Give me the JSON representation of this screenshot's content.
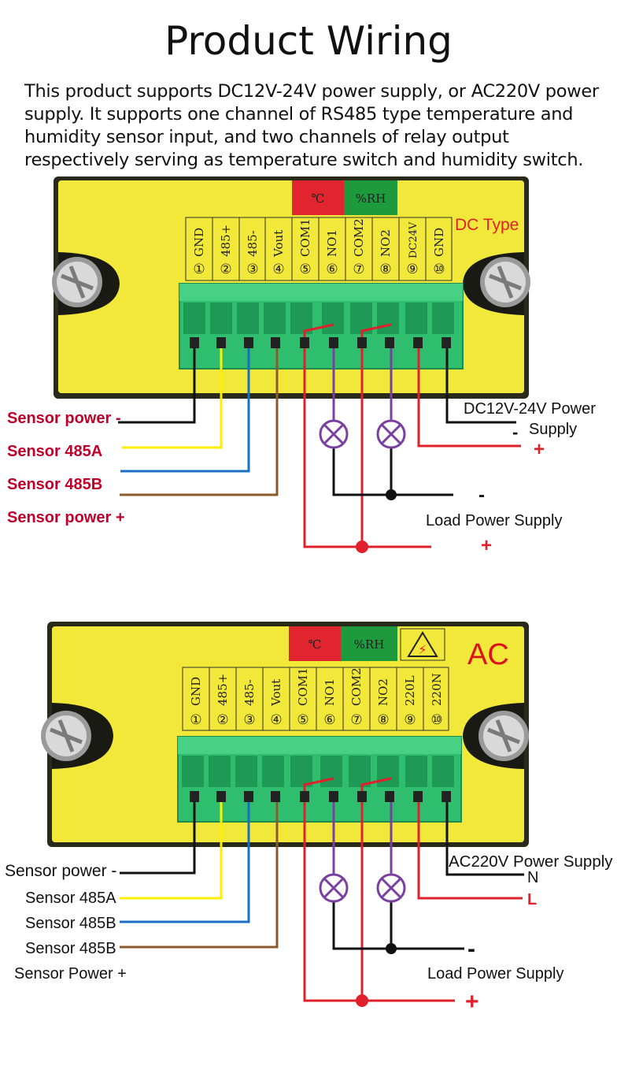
{
  "title": "Product Wiring",
  "intro": "This product supports DC12V-24V power supply, or AC220V power supply.  It supports one channel of   RS485 type temperature and humidity sensor input, and two channels of relay output respectively serving as temperature switch and humidity switch.",
  "colors": {
    "panel": "#f2e83a",
    "terminal": "#2fbd6e",
    "temp_box": "#e0252f",
    "rh_box": "#1c9a3c",
    "wire_black": "#111111",
    "wire_yellow": "#ffee00",
    "wire_blue": "#1a6fc2",
    "wire_brown": "#8a5a2b",
    "wire_red": "#e0202a",
    "wire_purple": "#7a3fa0"
  },
  "dc": {
    "type_label": "DC Type",
    "temp_symbol": "℃",
    "rh_symbol": "%RH",
    "terminals": [
      "GND",
      "485+",
      "485-",
      "Vout",
      "COM1",
      "NO1",
      "COM2",
      "NO2",
      "DC24V",
      "GND"
    ],
    "numbers": [
      "①",
      "②",
      "③",
      "④",
      "⑤",
      "⑥",
      "⑦",
      "⑧",
      "⑨",
      "⑩"
    ],
    "labels": {
      "sensor_power_neg": "Sensor power -",
      "sensor_485a": "Sensor 485A",
      "sensor_485b": "Sensor 485B",
      "sensor_power_pos": "Sensor power +",
      "power_supply_line1": "DC12V-24V Power",
      "power_supply_line2": "Supply",
      "power_neg": "-",
      "power_pos": "+",
      "load_neg": "-",
      "load_supply": "Load Power Supply",
      "load_pos": "+"
    }
  },
  "ac": {
    "type_label": "AC",
    "temp_symbol": "℃",
    "rh_symbol": "%RH",
    "warning_symbol": "⚡",
    "terminals": [
      "GND",
      "485+",
      "485-",
      "Vout",
      "COM1",
      "NO1",
      "COM2",
      "NO2",
      "220L",
      "220N"
    ],
    "numbers": [
      "①",
      "②",
      "③",
      "④",
      "⑤",
      "⑥",
      "⑦",
      "⑧",
      "⑨",
      "⑩"
    ],
    "labels": {
      "sensor_power_neg": "Sensor power -",
      "sensor_485a": "Sensor 485A",
      "sensor_485b_1": "Sensor 485B",
      "sensor_485b_2": "Sensor 485B",
      "sensor_power_pos": "Sensor Power +",
      "power_supply": "AC220V Power Supply",
      "neutral": "N",
      "live": "L",
      "load_neg": "-",
      "load_supply": "Load Power Supply",
      "load_pos": "+"
    }
  }
}
